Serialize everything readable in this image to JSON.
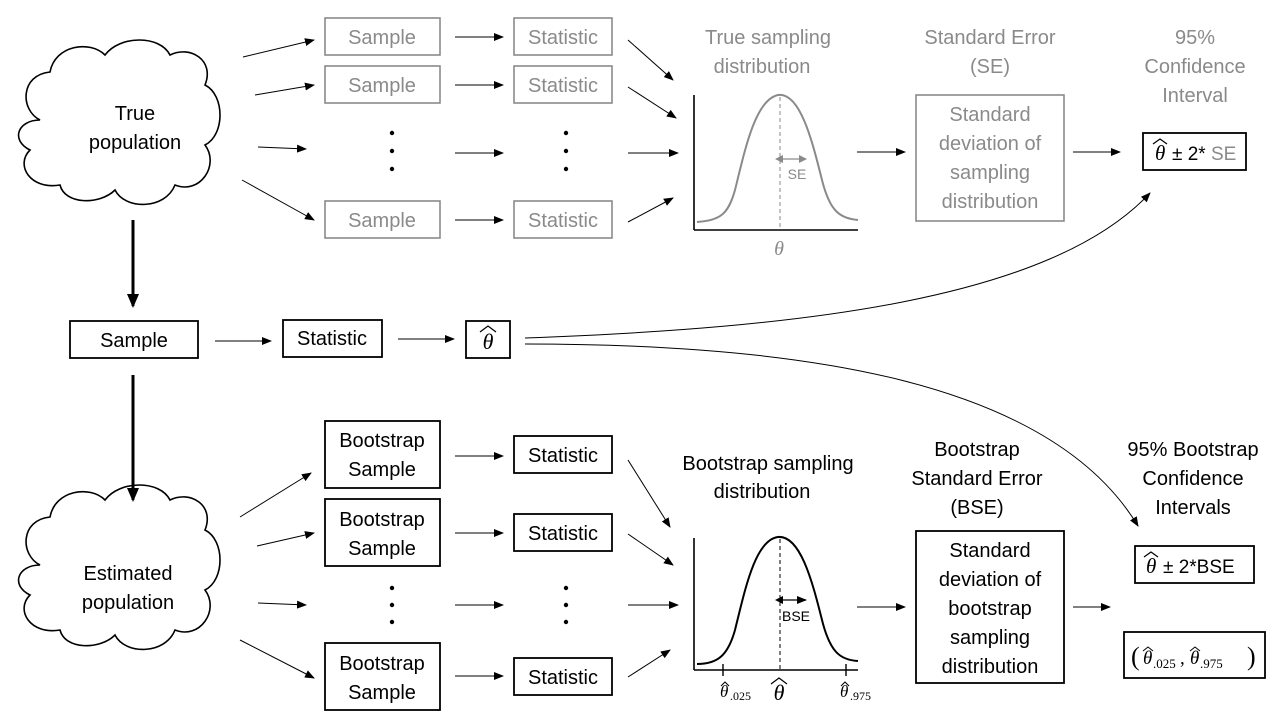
{
  "true_population": {
    "line1": "True",
    "line2": "population"
  },
  "estimated_population": {
    "line1": "Estimated",
    "line2": "population"
  },
  "top": {
    "samples": [
      "Sample",
      "Sample",
      "Sample"
    ],
    "statistics": [
      "Statistic",
      "Statistic",
      "Statistic"
    ],
    "dist_title": [
      "True sampling",
      "distribution"
    ],
    "se_label": "SE",
    "theta_label": "θ",
    "se_header": [
      "Standard Error",
      "(SE)"
    ],
    "se_box": [
      "Standard",
      "deviation of",
      "sampling",
      "distribution"
    ],
    "ci_header": [
      "95%",
      "Confidence",
      "Interval"
    ],
    "ci_formula": {
      "op": "± 2*",
      "se": "SE"
    }
  },
  "middle": {
    "sample": "Sample",
    "statistic": "Statistic",
    "theta_hat": "θ"
  },
  "bottom": {
    "boot_samples": [
      [
        "Bootstrap",
        "Sample"
      ],
      [
        "Bootstrap",
        "Sample"
      ],
      [
        "Bootstrap",
        "Sample"
      ]
    ],
    "statistics": [
      "Statistic",
      "Statistic",
      "Statistic"
    ],
    "dist_title": [
      "Bootstrap sampling",
      "distribution"
    ],
    "bse_label": "BSE",
    "theta_hat_label": "θ",
    "q_low": {
      "sub": ".025"
    },
    "q_high": {
      "sub": ".975"
    },
    "bse_header": [
      "Bootstrap",
      "Standard Error",
      "(BSE)"
    ],
    "bse_box": [
      "Standard",
      "deviation of",
      "bootstrap",
      "sampling",
      "distribution"
    ],
    "ci_header": [
      "95% Bootstrap",
      "Confidence",
      "Intervals"
    ],
    "ci_formula": {
      "op": "± 2*BSE"
    },
    "pct_interval": {
      "sub_low": ".025",
      "sub_high": ".975"
    }
  },
  "colors": {
    "gray": "#8a8a8a",
    "black": "#000000"
  }
}
